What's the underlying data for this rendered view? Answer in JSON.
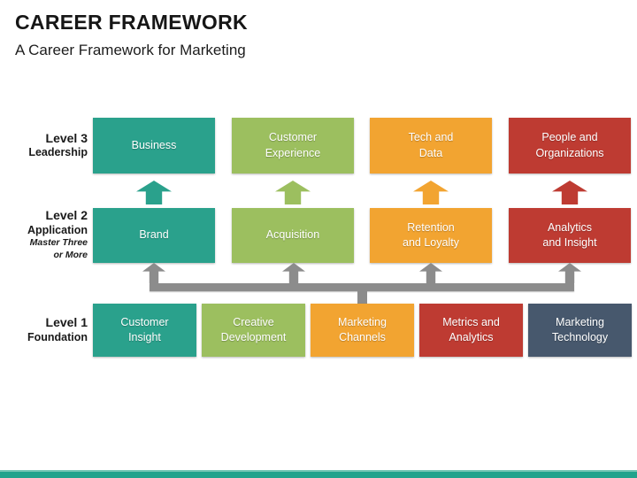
{
  "header": {
    "title": "CAREER FRAMEWORK",
    "subtitle": "A Career Framework for Marketing"
  },
  "palette": {
    "teal": "#2AA18C",
    "green": "#9CBF5F",
    "orange": "#F2A431",
    "red": "#BE3B32",
    "slate": "#47586D",
    "connector_gray": "#8C8C8C",
    "bottom_bar": "#21A38C"
  },
  "levels": [
    {
      "name": "Level 3",
      "descriptor": "Leadership",
      "boxes": [
        {
          "label": "Business",
          "color": "teal"
        },
        {
          "label": "Customer\nExperience",
          "color": "green"
        },
        {
          "label": "Tech and\nData",
          "color": "orange"
        },
        {
          "label": "People and\nOrganizations",
          "color": "red"
        }
      ]
    },
    {
      "name": "Level 2",
      "descriptor": "Application",
      "note": "Master Three\nor More",
      "boxes": [
        {
          "label": "Brand",
          "color": "teal"
        },
        {
          "label": "Acquisition",
          "color": "green"
        },
        {
          "label": "Retention\nand Loyalty",
          "color": "orange"
        },
        {
          "label": "Analytics\nand Insight",
          "color": "red"
        }
      ]
    },
    {
      "name": "Level 1",
      "descriptor": "Foundation",
      "boxes": [
        {
          "label": "Customer\nInsight",
          "color": "teal"
        },
        {
          "label": "Creative\nDevelopment",
          "color": "green"
        },
        {
          "label": "Marketing\nChannels",
          "color": "orange"
        },
        {
          "label": "Metrics and\nAnalytics",
          "color": "red"
        },
        {
          "label": "Marketing\nTechnology",
          "color": "slate"
        }
      ]
    }
  ]
}
